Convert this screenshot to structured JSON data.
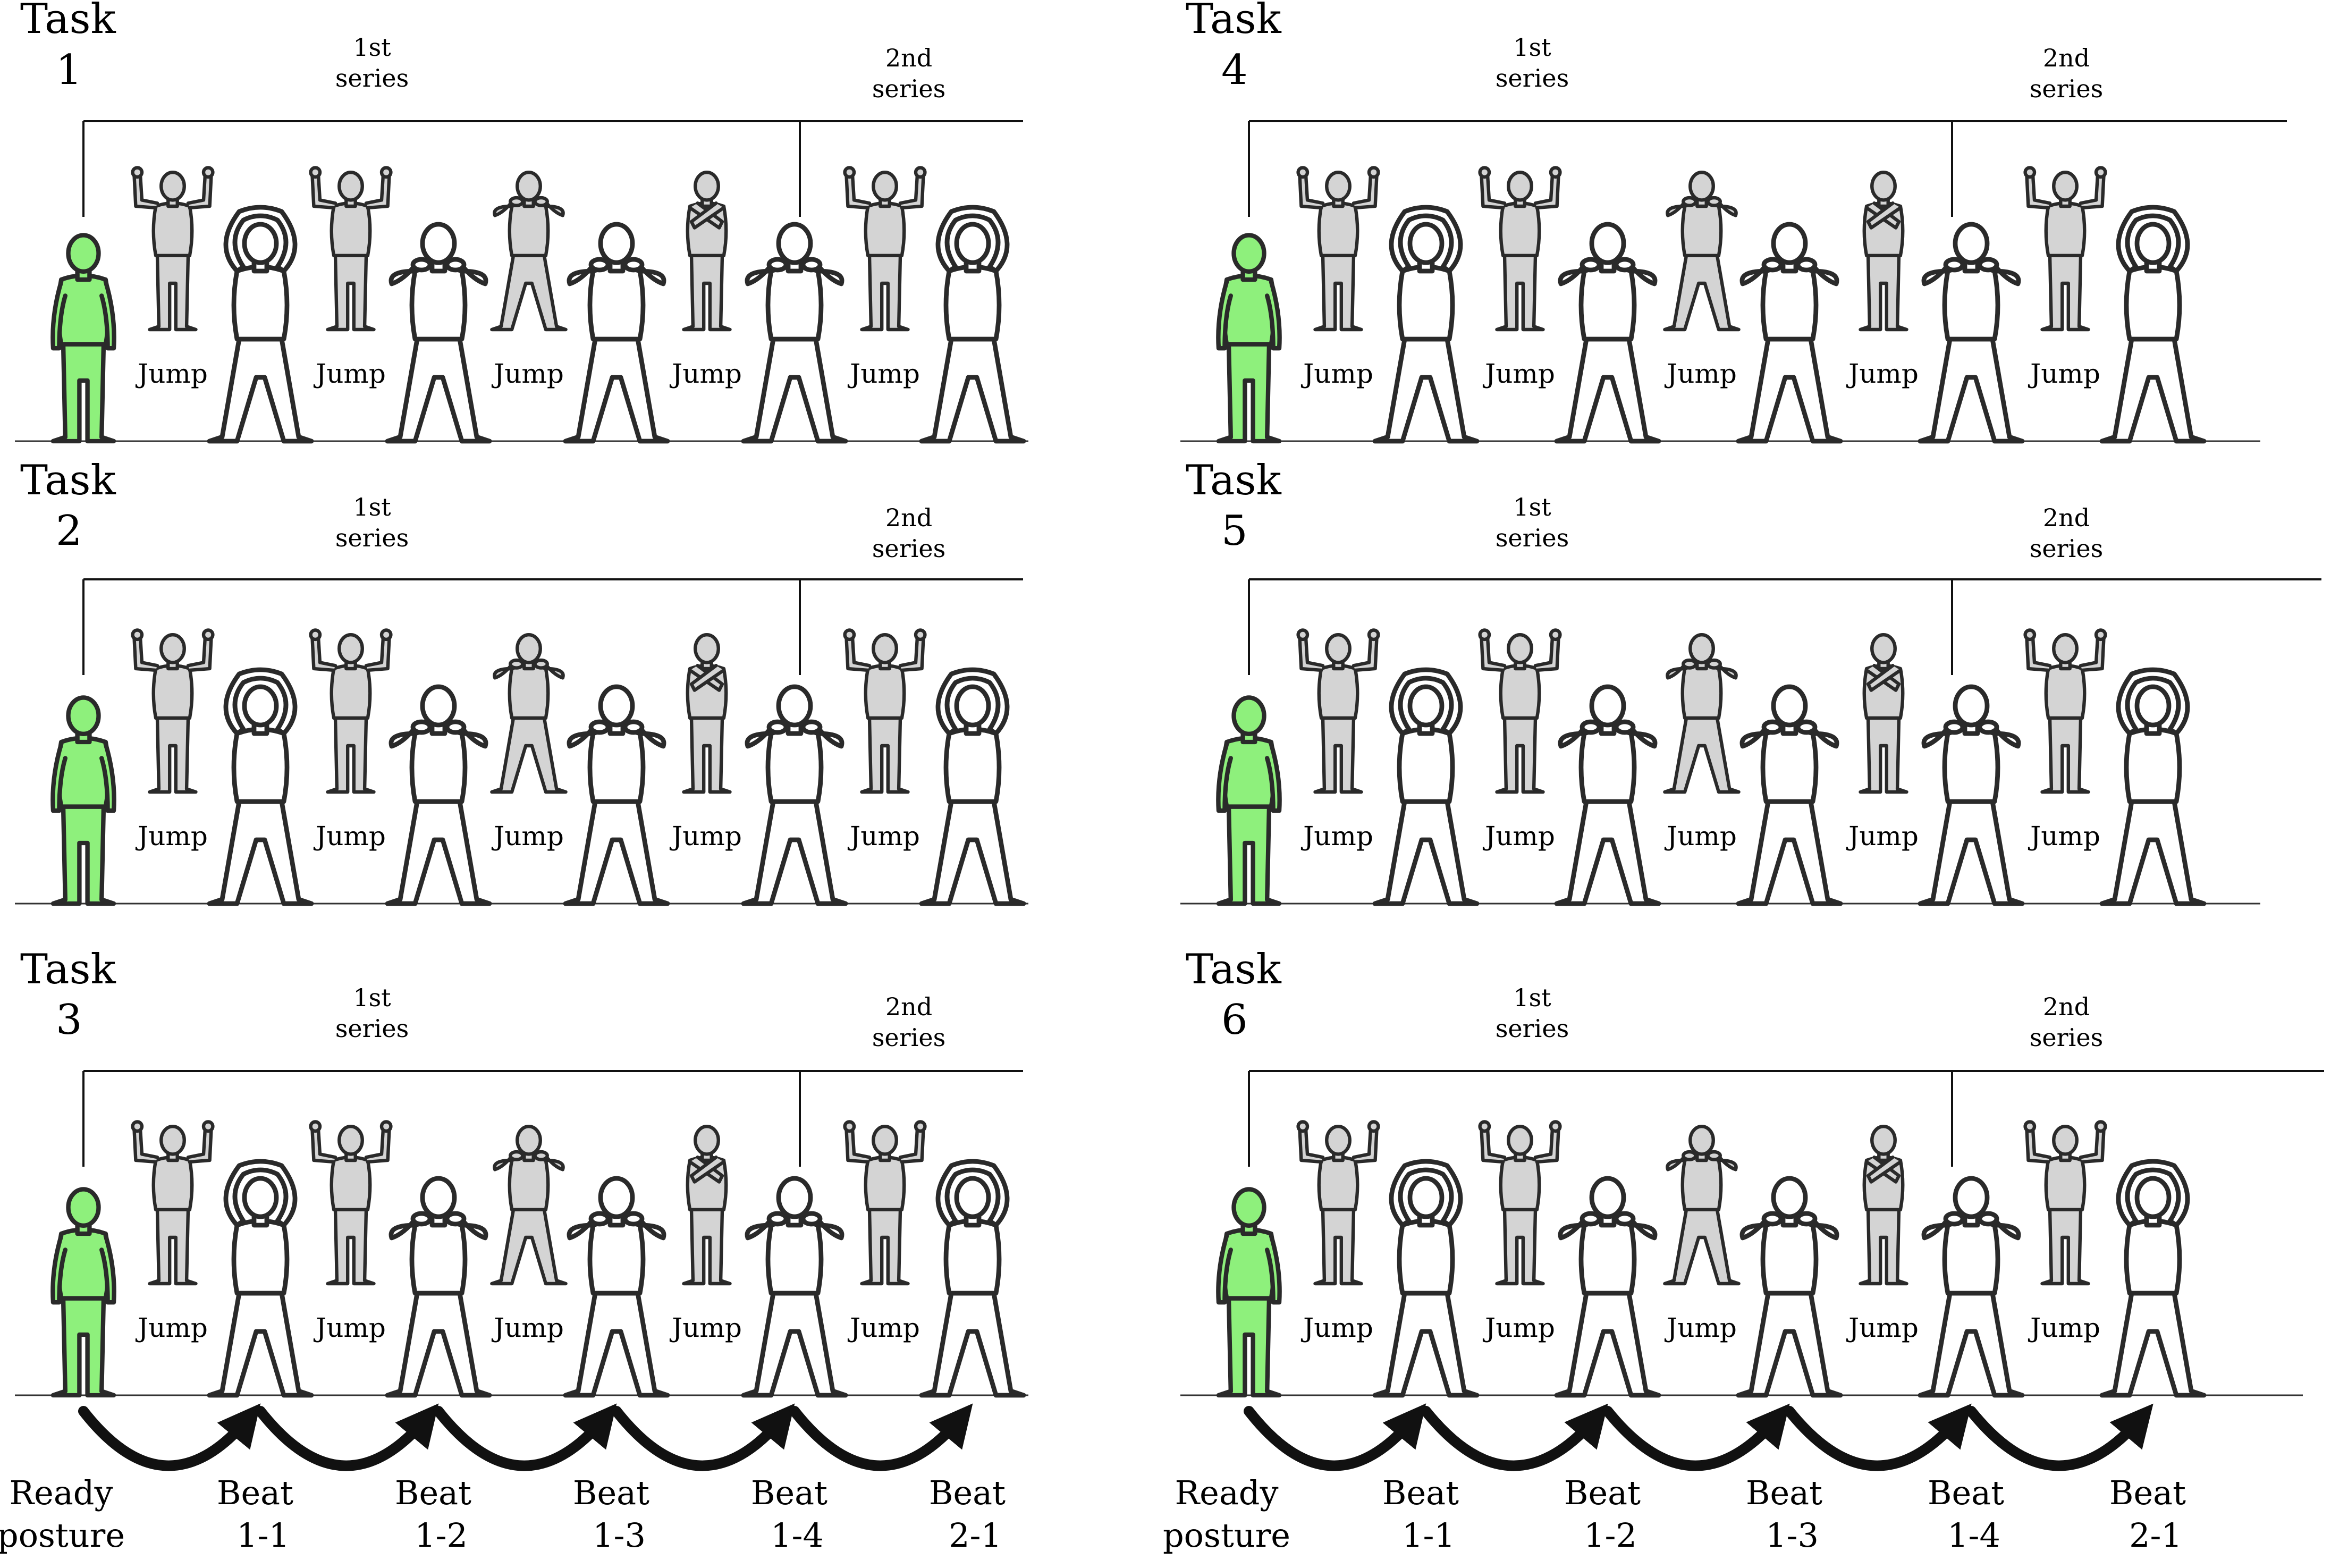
{
  "panels": [
    {
      "task_word": "Task",
      "task_number": "1",
      "series1": [
        "1st",
        "series"
      ],
      "series2": [
        "2nd",
        "series"
      ]
    },
    {
      "task_word": "Task",
      "task_number": "4",
      "series1": [
        "1st",
        "series"
      ],
      "series2": [
        "2nd",
        "series"
      ]
    },
    {
      "task_word": "Task",
      "task_number": "2",
      "series1": [
        "1st",
        "series"
      ],
      "series2": [
        "2nd",
        "series"
      ]
    },
    {
      "task_word": "Task",
      "task_number": "5",
      "series1": [
        "1st",
        "series"
      ],
      "series2": [
        "2nd",
        "series"
      ]
    },
    {
      "task_word": "Task",
      "task_number": "3",
      "series1": [
        "1st",
        "series"
      ],
      "series2": [
        "2nd",
        "series"
      ]
    },
    {
      "task_word": "Task",
      "task_number": "6",
      "series1": [
        "1st",
        "series"
      ],
      "series2": [
        "2nd",
        "series"
      ]
    }
  ],
  "jump_label": "Jump",
  "beats": [
    {
      "line1": "Ready",
      "line2": "posture"
    },
    {
      "line1": "Beat",
      "line2": "1-1"
    },
    {
      "line1": "Beat",
      "line2": "1-2"
    },
    {
      "line1": "Beat",
      "line2": "1-3"
    },
    {
      "line1": "Beat",
      "line2": "1-4"
    },
    {
      "line1": "Beat",
      "line2": "2-1"
    }
  ],
  "colors": {
    "ready_figure": "#8ef07c",
    "jump_figure": "#d4d4d4",
    "pose_figure": "#ffffff",
    "outline": "#2a2a2a",
    "lines": "#111111"
  },
  "poses": {
    "ready": "arms-down",
    "jump_sequence": [
      "arms-raised",
      "arms-raised",
      "hands-on-shoulders",
      "arms-crossed",
      "arms-raised"
    ],
    "beat_sequence": [
      "hands-on-head",
      "hands-on-shoulders",
      "hands-on-shoulders",
      "hands-on-shoulders",
      "hands-on-head"
    ]
  }
}
